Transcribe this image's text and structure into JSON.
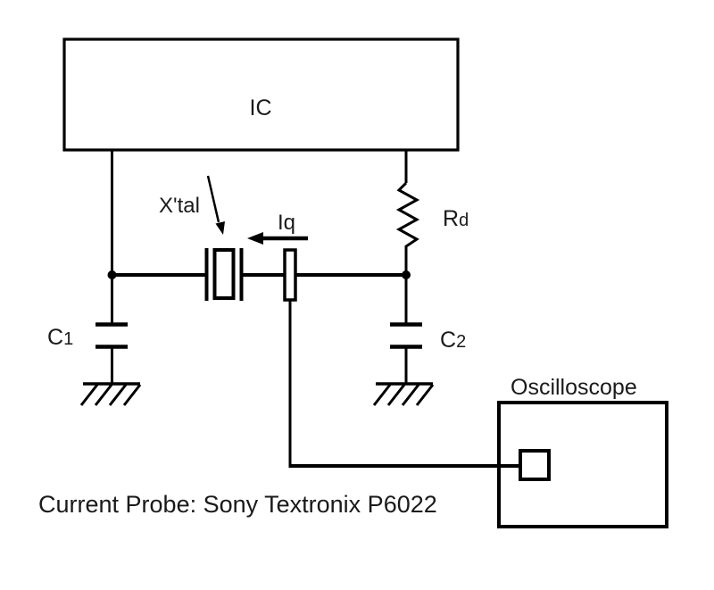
{
  "diagram": {
    "colors": {
      "background": "#ffffff",
      "line": "#000000",
      "text": "#1a1a1a"
    },
    "ic": {
      "label": "IC"
    },
    "crystal": {
      "label": "X'tal"
    },
    "current_arrow": {
      "label": "Iq"
    },
    "resistor": {
      "label_main": "R",
      "label_sub": "d"
    },
    "capacitor_left": {
      "label_main": "C",
      "label_sub": "1"
    },
    "capacitor_right": {
      "label_main": "C",
      "label_sub": "2"
    },
    "oscilloscope": {
      "label": "Oscilloscope"
    },
    "caption": "Current Probe: Sony Textronix P6022"
  }
}
